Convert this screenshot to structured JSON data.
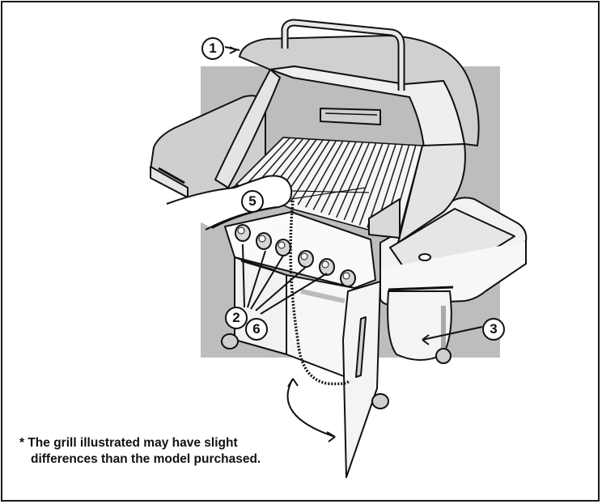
{
  "callouts": {
    "c1": "1",
    "c2": "2",
    "c3": "3",
    "c5": "5",
    "c6": "6"
  },
  "footnote": {
    "line1": "* The grill illustrated may have slight",
    "line2": "differences than the model purchased."
  }
}
